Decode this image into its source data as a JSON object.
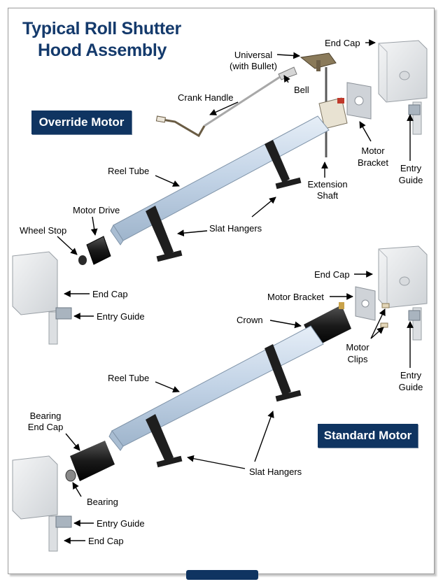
{
  "title": {
    "line1": "Typical Roll Shutter",
    "line2": "Hood Assembly"
  },
  "badges": {
    "override": "Override Motor",
    "standard": "Standard Motor"
  },
  "override_labels": {
    "end_cap": "End Cap",
    "universal": "Universal",
    "universal_sub": "(with Bullet)",
    "bell": "Bell",
    "crank_handle": "Crank Handle",
    "motor_bracket_1": "Motor",
    "motor_bracket_2": "Bracket",
    "entry_guide_1": "Entry",
    "entry_guide_2": "Guide",
    "extension_shaft_1": "Extension",
    "extension_shaft_2": "Shaft",
    "reel_tube": "Reel Tube",
    "motor_drive": "Motor Drive",
    "wheel_stop": "Wheel Stop",
    "slat_hangers": "Slat Hangers",
    "left_end_cap": "End Cap",
    "left_entry_guide": "Entry Guide"
  },
  "standard_labels": {
    "end_cap": "End Cap",
    "motor_bracket": "Motor Bracket",
    "crown": "Crown",
    "motor_clips_1": "Motor",
    "motor_clips_2": "Clips",
    "entry_guide_1": "Entry",
    "entry_guide_2": "Guide",
    "reel_tube": "Reel Tube",
    "bearing_end_cap_1": "Bearing",
    "bearing_end_cap_2": "End Cap",
    "bearing": "Bearing",
    "slat_hangers": "Slat Hangers",
    "left_entry_guide": "Entry Guide",
    "left_end_cap": "End Cap"
  },
  "colors": {
    "title": "#143a6c",
    "badge_bg": "#0f3461",
    "badge_text": "#ffffff",
    "tube": "#c5d6e8",
    "hanger": "#1e1e1e",
    "end_cap": "#e4e6e8",
    "motor": "#222222"
  }
}
